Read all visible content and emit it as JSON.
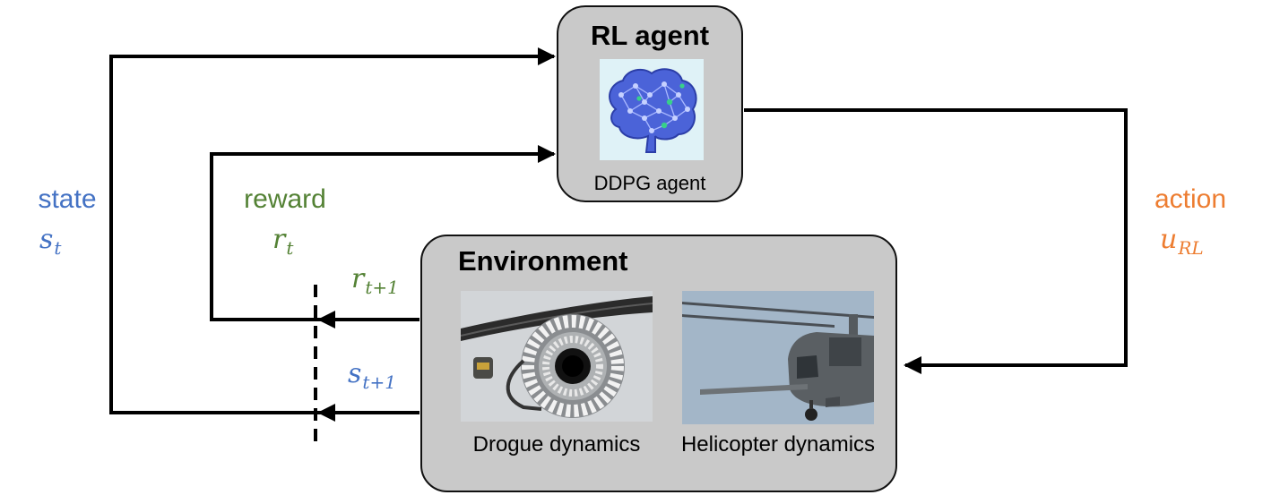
{
  "agent": {
    "title": "RL agent",
    "caption": "DDPG agent"
  },
  "environment": {
    "title": "Environment",
    "drogue_caption": "Drogue dynamics",
    "helicopter_caption": "Helicopter dynamics"
  },
  "signals": {
    "state_word": "state",
    "state_symbol": "s",
    "state_sub": "t",
    "reward_word": "reward",
    "reward_symbol": "r",
    "reward_sub": "t",
    "action_word": "action",
    "action_symbol": "u",
    "action_sub": "RL",
    "next_reward_symbol": "r",
    "next_reward_sub": "t+1",
    "next_state_symbol": "s",
    "next_state_sub": "t+1"
  },
  "colors": {
    "state": "#4472c4",
    "reward": "#548235",
    "action": "#ed7d31",
    "box_fill": "#c9c9c9",
    "line": "#000000"
  },
  "icons": [
    "brain-network-icon",
    "drogue-photo",
    "helicopter-photo"
  ]
}
